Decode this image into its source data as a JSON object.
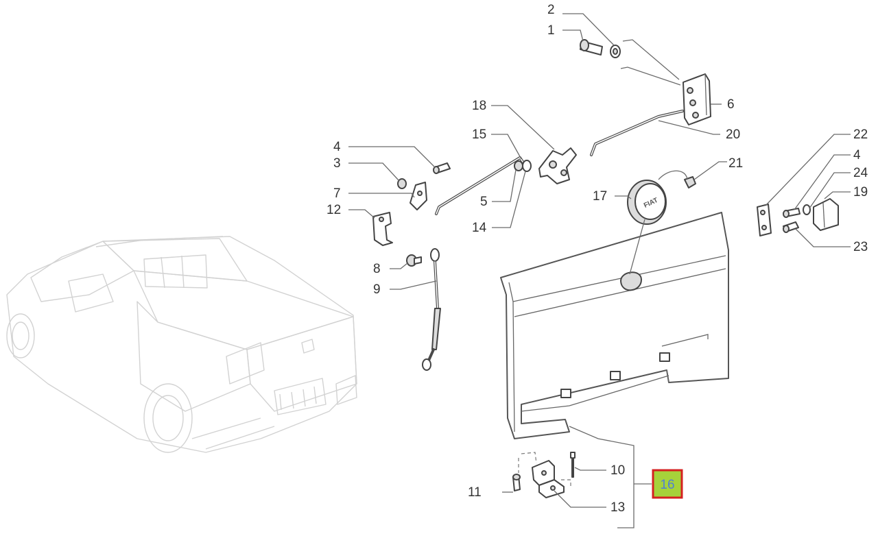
{
  "diagram": {
    "callouts": [
      {
        "id": "c1",
        "text": "1"
      },
      {
        "id": "c2",
        "text": "2"
      },
      {
        "id": "c3",
        "text": "3"
      },
      {
        "id": "c4a",
        "text": "4"
      },
      {
        "id": "c4b",
        "text": "4"
      },
      {
        "id": "c5",
        "text": "5"
      },
      {
        "id": "c6",
        "text": "6"
      },
      {
        "id": "c7",
        "text": "7"
      },
      {
        "id": "c8",
        "text": "8"
      },
      {
        "id": "c9",
        "text": "9"
      },
      {
        "id": "c10",
        "text": "10"
      },
      {
        "id": "c11",
        "text": "11"
      },
      {
        "id": "c12",
        "text": "12"
      },
      {
        "id": "c13",
        "text": "13"
      },
      {
        "id": "c14",
        "text": "14"
      },
      {
        "id": "c15",
        "text": "15"
      },
      {
        "id": "c17",
        "text": "17"
      },
      {
        "id": "c18",
        "text": "18"
      },
      {
        "id": "c19",
        "text": "19"
      },
      {
        "id": "c20",
        "text": "20"
      },
      {
        "id": "c21",
        "text": "21"
      },
      {
        "id": "c22",
        "text": "22"
      },
      {
        "id": "c23",
        "text": "23"
      },
      {
        "id": "c24",
        "text": "24"
      }
    ],
    "highlight": {
      "text": "16",
      "fill_color": "#a6d23a",
      "border_color": "#d42020",
      "text_color": "#4f7fd6"
    },
    "emblem_text": "FIAT"
  }
}
